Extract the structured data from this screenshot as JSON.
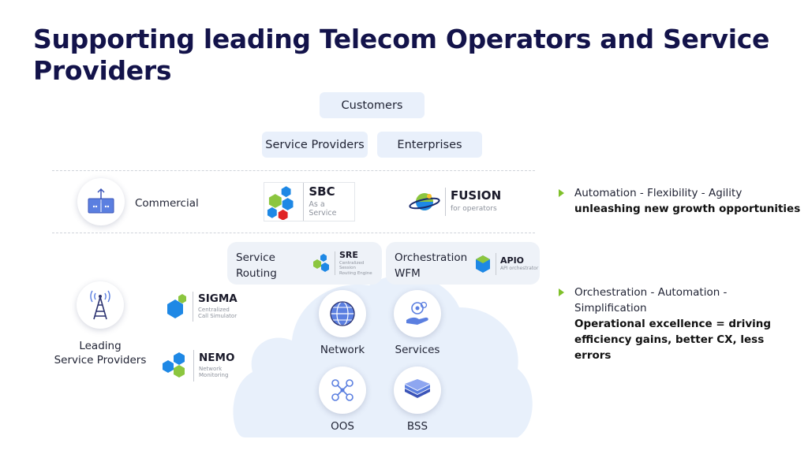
{
  "title": "Supporting leading Telecom Operators and Service Providers",
  "customers": "Customers",
  "service_providers": "Service Providers",
  "enterprises": "Enterprises",
  "commercial": "Commercial",
  "sbc": {
    "name": "SBC",
    "sub": "As a Service"
  },
  "fusion": {
    "name": "FUSION",
    "sub": "for operators"
  },
  "service_routing": {
    "line1": "Service",
    "line2": "Routing"
  },
  "sre": {
    "name": "SRE",
    "sub1": "Centralized Session",
    "sub2": "Routing Engine"
  },
  "orchestration": {
    "line1": "Orchestration",
    "line2": "WFM"
  },
  "apio": {
    "name": "APIO",
    "sub": "API orchestrator"
  },
  "leading": {
    "line1": "Leading",
    "line2": "Service Providers"
  },
  "sigma": {
    "name": "SIGMA",
    "sub1": "Centralized",
    "sub2": "Call Simulator"
  },
  "nemo": {
    "name": "NEMO",
    "sub1": "Network",
    "sub2": "Monitoring"
  },
  "network": "Network",
  "services": "Services",
  "oos": "OOS",
  "bss": "BSS",
  "bullets": [
    {
      "line1": "Automation - Flexibility - Agility",
      "bold1": "unleashing new growth opportunities"
    },
    {
      "line1": "Orchestration - Automation -",
      "line2": "Simplification",
      "bold1": "Operational excellence = driving",
      "bold2": "efficiency gains, better CX, less errors"
    }
  ],
  "colors": {
    "title": "#13134a",
    "pill": "#e9f0fb",
    "cloud": "#e8f0fb",
    "arrow": "#7fc02a",
    "hex_green": "#8cc63f",
    "hex_blue": "#1e88e5",
    "hex_red": "#e02424"
  }
}
